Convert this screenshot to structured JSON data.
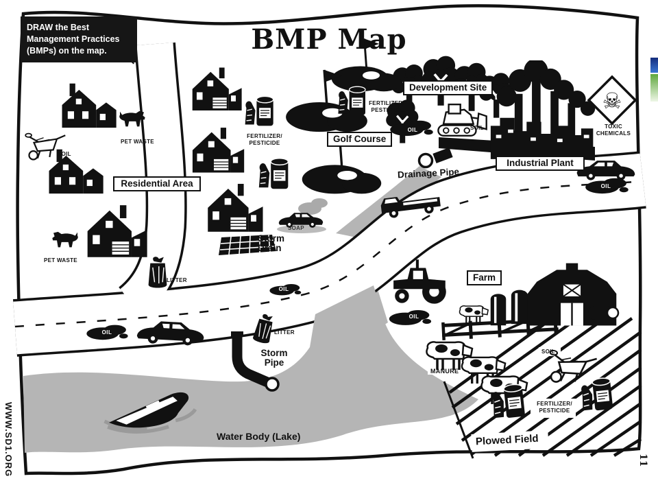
{
  "slide": {
    "instruction": "DRAW the Best Management Practices (BMPs) on the map.",
    "title": "BMP Map",
    "website": "WWW.SD1.ORG",
    "page_number": "11"
  },
  "areas": {
    "residential": "Residential Area",
    "golf_course": "Golf Course",
    "development_site": "Development Site",
    "industrial_plant": "Industrial Plant",
    "farm": "Farm"
  },
  "features": {
    "storm_drain": "Storm Drain",
    "storm_pipe": "Storm Pipe",
    "drainage_pipe": "Drainage Pipe",
    "water_body": "Water Body (Lake)",
    "plowed_field": "Plowed Field"
  },
  "pollutants": {
    "pet_waste": "PET WASTE",
    "soil": "SOIL",
    "litter": "LITTER",
    "oil": "OIL",
    "soap": "SOAP",
    "manure": "MANURE",
    "fertilizer_pesticide": "FERTILIZER/ PESTICIDE",
    "toxic_chemicals": "TOXIC CHEMICALS"
  },
  "icons": {
    "skull": "☠"
  },
  "colors": {
    "ink": "#111111",
    "water_gray": "#b5b5b5",
    "accent_blue": "#2a52a8",
    "accent_green": "#74b64a"
  }
}
